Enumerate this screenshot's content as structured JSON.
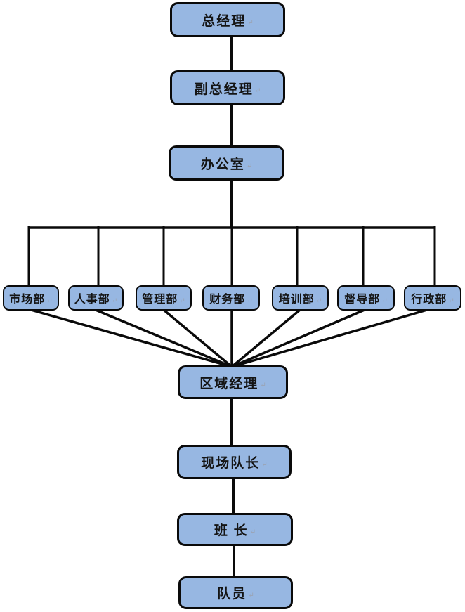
{
  "diagram": {
    "type": "org-chart",
    "paragraph_mark": "↵",
    "colors": {
      "node_fill": "#97b7e2",
      "node_border": "#0a0a0a",
      "connector": "#0a0a0a",
      "text": "#141414",
      "background": "#ffffff",
      "paragraph_mark": "#9aa4b5"
    },
    "nodes": {
      "general_manager": "总经理",
      "deputy_general_manager": "副总经理",
      "office": "办公室",
      "dept_marketing": "市场部",
      "dept_hr": "人事部",
      "dept_management": "管理部",
      "dept_finance": "财务部",
      "dept_training": "培训部",
      "dept_supervision": "督导部",
      "dept_admin": "行政部",
      "regional_manager": "区域经理",
      "site_captain": "现场队长",
      "squad_leader": "班 长",
      "team_member": "队员"
    },
    "edges": [
      {
        "from": "general_manager",
        "to": "deputy_general_manager"
      },
      {
        "from": "deputy_general_manager",
        "to": "office"
      },
      {
        "from": "office",
        "to": "dept_marketing"
      },
      {
        "from": "office",
        "to": "dept_hr"
      },
      {
        "from": "office",
        "to": "dept_management"
      },
      {
        "from": "office",
        "to": "dept_finance"
      },
      {
        "from": "office",
        "to": "dept_training"
      },
      {
        "from": "office",
        "to": "dept_supervision"
      },
      {
        "from": "office",
        "to": "dept_admin"
      },
      {
        "from": "dept_marketing",
        "to": "regional_manager"
      },
      {
        "from": "dept_hr",
        "to": "regional_manager"
      },
      {
        "from": "dept_management",
        "to": "regional_manager"
      },
      {
        "from": "dept_finance",
        "to": "regional_manager"
      },
      {
        "from": "dept_training",
        "to": "regional_manager"
      },
      {
        "from": "dept_supervision",
        "to": "regional_manager"
      },
      {
        "from": "dept_admin",
        "to": "regional_manager"
      },
      {
        "from": "regional_manager",
        "to": "site_captain"
      },
      {
        "from": "site_captain",
        "to": "squad_leader"
      },
      {
        "from": "squad_leader",
        "to": "team_member"
      }
    ]
  }
}
